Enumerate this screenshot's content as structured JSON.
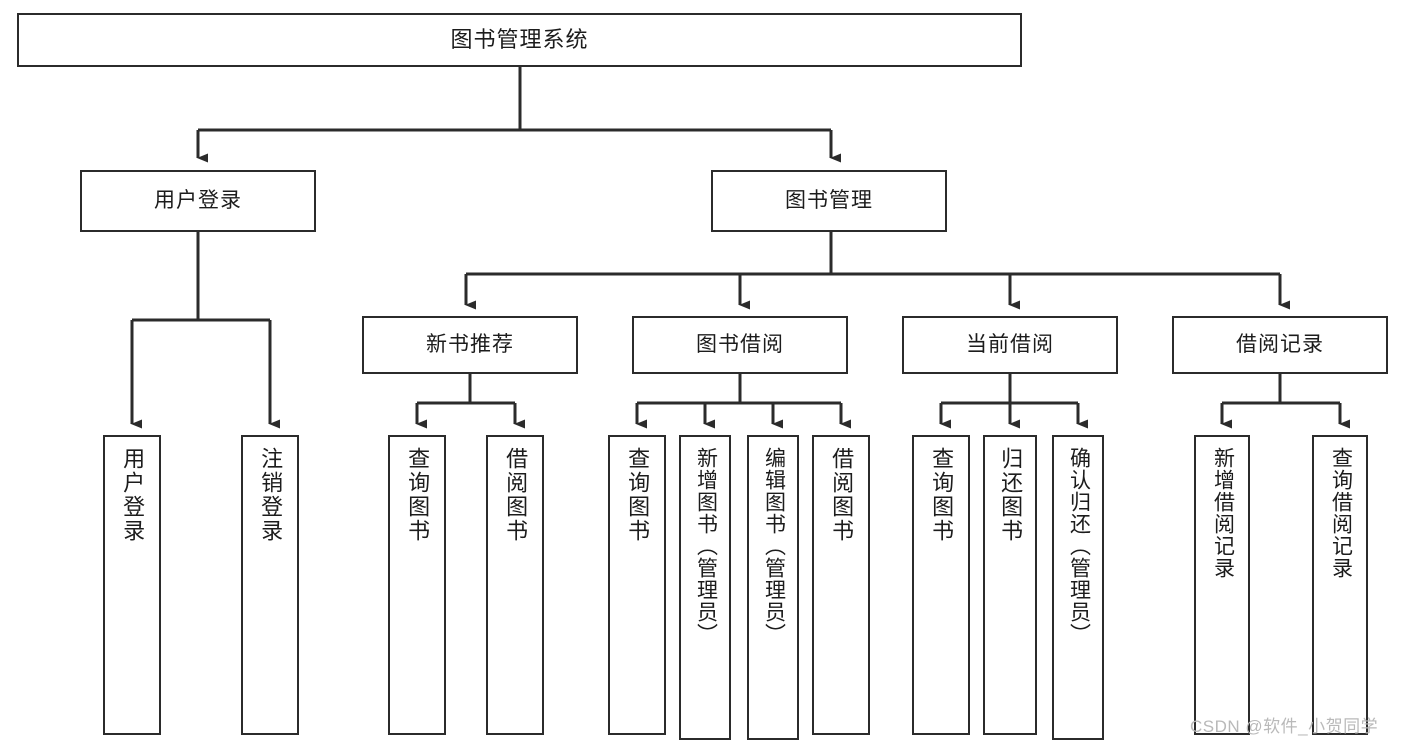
{
  "diagram": {
    "title": "图书管理系统",
    "type": "tree-hierarchy-chart",
    "colors": {
      "box_border": "#2b2b2b",
      "box_fill": "#ffffff",
      "edge": "#2b2b2b",
      "text": "#1c1c1c",
      "watermark": "#b9b9b9",
      "background": "#ffffff"
    },
    "root": {
      "label": "图书管理系统"
    },
    "level2": [
      {
        "label": "用户登录"
      },
      {
        "label": "图书管理"
      }
    ],
    "level3": [
      {
        "label": "新书推荐"
      },
      {
        "label": "图书借阅"
      },
      {
        "label": "当前借阅"
      },
      {
        "label": "借阅记录"
      }
    ],
    "leaves": [
      {
        "label": "用户登录",
        "parent": "用户登录"
      },
      {
        "label": "注销登录",
        "parent": "用户登录"
      },
      {
        "label": "查询图书",
        "parent": "新书推荐"
      },
      {
        "label": "借阅图书",
        "parent": "新书推荐"
      },
      {
        "label": "查询图书",
        "parent": "图书借阅"
      },
      {
        "label": "新增图书（管理员）",
        "parent": "图书借阅"
      },
      {
        "label": "编辑图书（管理员）",
        "parent": "图书借阅"
      },
      {
        "label": "借阅图书",
        "parent": "图书借阅"
      },
      {
        "label": "查询图书",
        "parent": "当前借阅"
      },
      {
        "label": "归还图书",
        "parent": "当前借阅"
      },
      {
        "label": "确认归还（管理员）",
        "parent": "当前借阅"
      },
      {
        "label": "新增借阅记录",
        "parent": "借阅记录"
      },
      {
        "label": "查询借阅记录",
        "parent": "借阅记录"
      }
    ],
    "watermark": "CSDN @软件_小贺同学"
  }
}
